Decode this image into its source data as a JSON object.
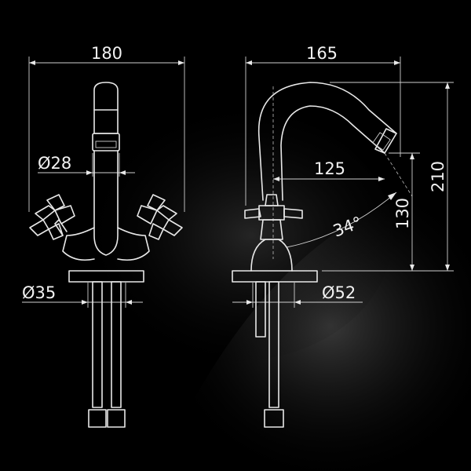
{
  "dimensions": {
    "front_width": "180",
    "side_width": "165",
    "spout_diameter": "Ø28",
    "base_diameter_front": "Ø35",
    "spout_reach": "125",
    "spout_height": "130",
    "total_height": "210",
    "spout_angle": "34°",
    "base_diameter_side": "Ø52"
  },
  "colors": {
    "background": "#000000",
    "line": "#e8e8e8",
    "glow": "#3a3a3a"
  }
}
